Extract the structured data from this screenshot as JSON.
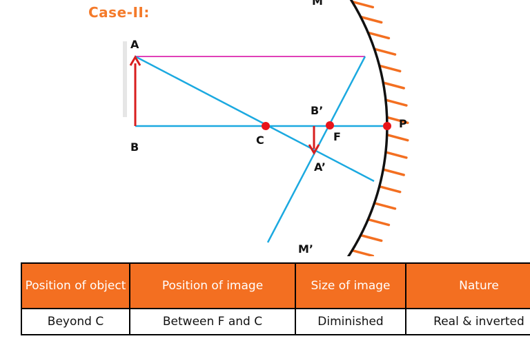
{
  "title": "Case-II:",
  "labels": {
    "A": "A",
    "B": "B",
    "C": "C",
    "F": "F",
    "P": "P",
    "B_prime": "B’",
    "A_prime": "A’",
    "M": "M",
    "M_prime": "M’"
  },
  "colors": {
    "title": "#f47a2a",
    "object_arrow": "#d81e1e",
    "principal_axis": "#1ba9e0",
    "incident_ray": "#e040b8",
    "mirror": "#111111",
    "hatching": "#f36f21",
    "point": "#e8141a",
    "table_header_bg": "#f36f21"
  },
  "table": {
    "headers": [
      "Position of object",
      "Position of image",
      "Size of image",
      "Nature"
    ],
    "rows": [
      [
        "Beyond C",
        "Between F and C",
        "Diminished",
        "Real & inverted"
      ]
    ]
  }
}
